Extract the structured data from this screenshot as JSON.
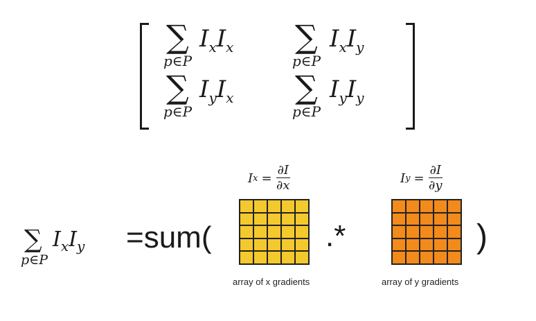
{
  "matrix": {
    "sum_symbol": "∑",
    "sum_subscript": "p∈P",
    "cells": [
      {
        "a": "I",
        "a_sub": "x",
        "b": "I",
        "b_sub": "x"
      },
      {
        "a": "I",
        "a_sub": "x",
        "b": "I",
        "b_sub": "y"
      },
      {
        "a": "I",
        "a_sub": "y",
        "b": "I",
        "b_sub": "x"
      },
      {
        "a": "I",
        "a_sub": "y",
        "b": "I",
        "b_sub": "y"
      }
    ]
  },
  "equation": {
    "sum_symbol": "∑",
    "sum_subscript": "p∈P",
    "lhs_a": "I",
    "lhs_a_sub": "x",
    "lhs_b": "I",
    "lhs_b_sub": "y",
    "equals_sum_open": "=sum(",
    "operator": ".*",
    "close_paren": ")"
  },
  "grid_x": {
    "label_lhs": "I",
    "label_lhs_sub": "x",
    "label_eq": "=",
    "numerator": "∂I",
    "denominator": "∂x",
    "caption": "array of x gradients",
    "fill_color": "#f4c92e"
  },
  "grid_y": {
    "label_lhs": "I",
    "label_lhs_sub": "y",
    "label_eq": "=",
    "numerator": "∂I",
    "denominator": "∂y",
    "caption": "array of y gradients",
    "fill_color": "#f28a1c"
  }
}
